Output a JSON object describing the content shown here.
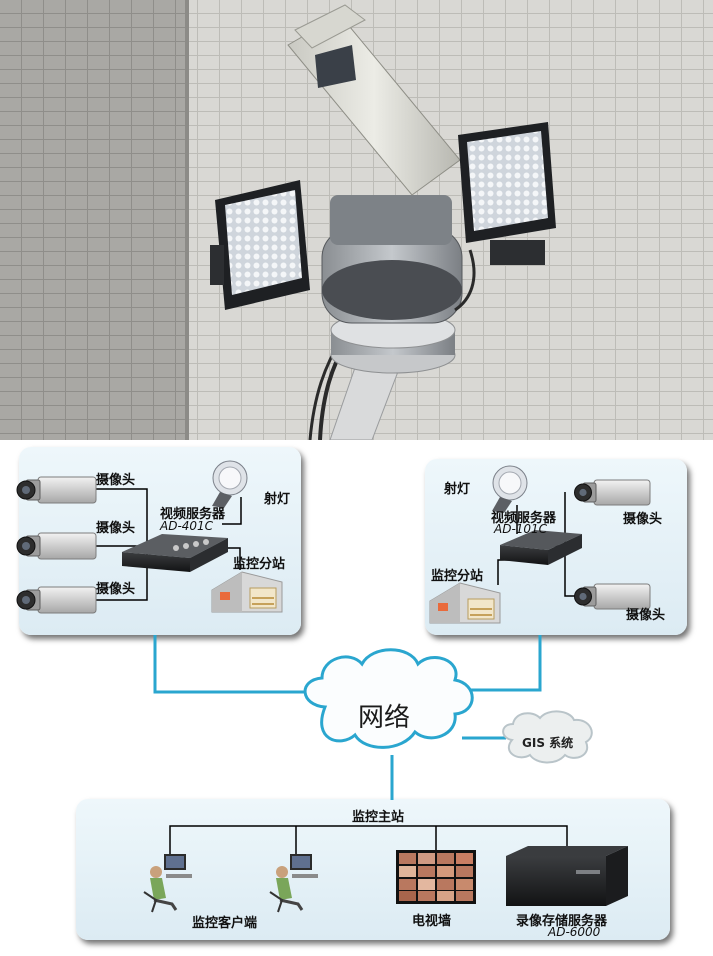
{
  "left_station": {
    "cameras": [
      "摄像头",
      "摄像头",
      "摄像头"
    ],
    "light": "射灯",
    "server_name": "视频服务器",
    "server_model": "AD-401C",
    "substation": "监控分站"
  },
  "right_station": {
    "light": "射灯",
    "server_name": "视频服务器",
    "server_model": "AD-101C",
    "substation": "监控分站",
    "cameras": [
      "摄像头",
      "摄像头"
    ]
  },
  "network": {
    "label": "网络",
    "gis_label": "GIS 系统"
  },
  "master_station": {
    "title": "监控主站",
    "client": "监控客户端",
    "tv_wall": "电视墙",
    "storage_name": "录像存储服务器",
    "storage_model": "AD-6000"
  },
  "colors": {
    "link": "#2aa6cf",
    "panel_bg": "#e6f2f8"
  }
}
